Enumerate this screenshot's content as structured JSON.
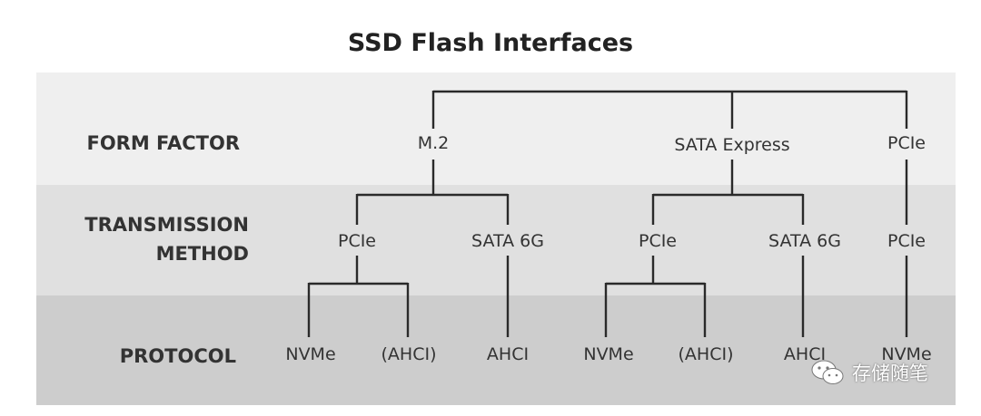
{
  "title": "SSD Flash Interfaces",
  "rows": {
    "form_factor": "FORM FACTOR",
    "transmission_line1": "TRANSMISSION",
    "transmission_line2": "METHOD",
    "protocol": "PROTOCOL"
  },
  "form_factor": {
    "m2": "M.2",
    "sata_express": "SATA Express",
    "pcie": "PCIe"
  },
  "transmission": {
    "m2_pcie": "PCIe",
    "m2_sata6g": "SATA 6G",
    "se_pcie": "PCIe",
    "se_sata6g": "SATA 6G",
    "pcie_pcie": "PCIe"
  },
  "protocol": {
    "m2_nvme": "NVMe",
    "m2_ahci_opt": "(AHCI)",
    "m2_ahci": "AHCI",
    "se_nvme": "NVMe",
    "se_ahci_opt": "(AHCI)",
    "se_ahci": "AHCI",
    "pcie_nvme": "NVMe"
  },
  "watermark": {
    "icon": "wechat-icon",
    "text": "存储随笔"
  }
}
